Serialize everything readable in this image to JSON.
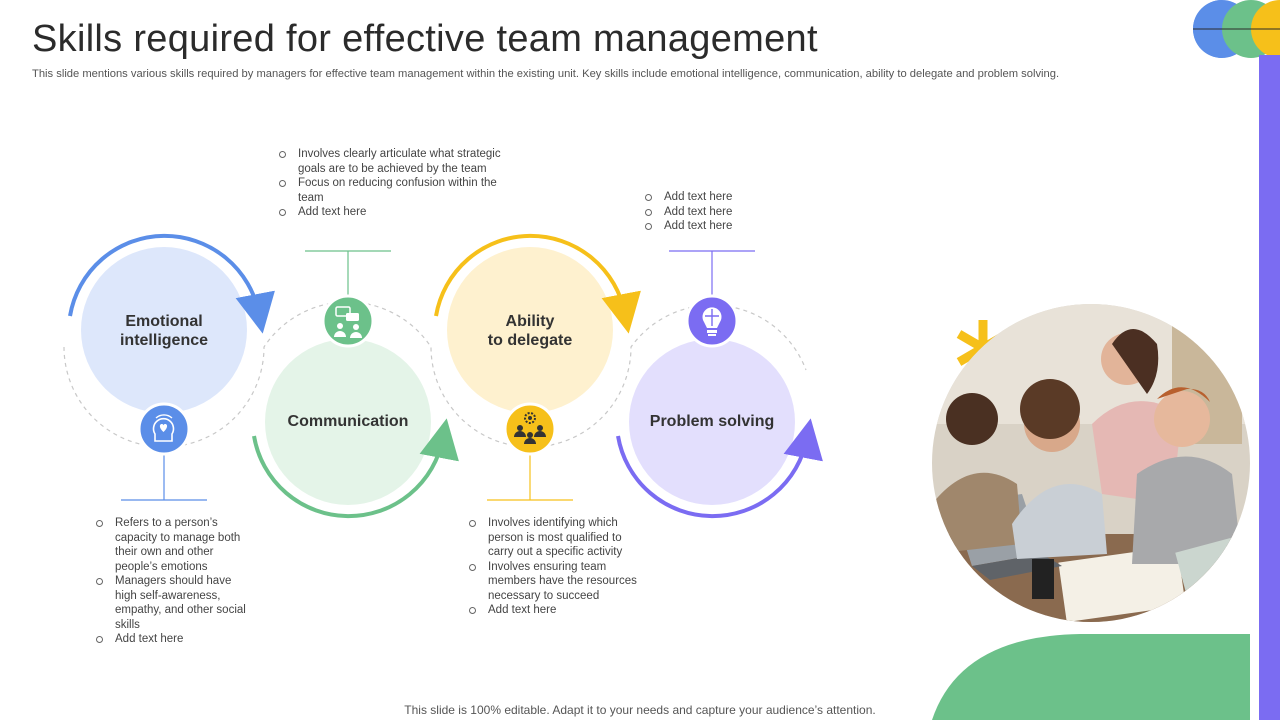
{
  "title": "Skills required for effective team management",
  "subtitle": "This slide mentions various skills required by managers for effective team management within the existing unit. Key skills include emotional intelligence, communication, ability to delegate and problem solving.",
  "footer": "This slide is 100% editable. Adapt it to your needs and capture your audience’s attention.",
  "colors": {
    "blue": "#5b8ee8",
    "green": "#6cc18a",
    "yellow": "#f6c01a",
    "purple": "#7b6cf2"
  },
  "skills": [
    {
      "label_lines": [
        "Emotional",
        "intelligence"
      ],
      "icon": "head-heart-icon",
      "bullets": [
        "Refers to a person’s capacity to manage both their own and other people’s emotions",
        "Managers should have high self-awareness, empathy, and other social skills",
        "Add text here"
      ]
    },
    {
      "label_lines": [
        "Communication"
      ],
      "icon": "chat-people-icon",
      "bullets": [
        "Involves clearly articulate what strategic goals are to be achieved by the team",
        "Focus on reducing confusion within the team",
        "Add text here"
      ]
    },
    {
      "label_lines": [
        "Ability",
        "to delegate"
      ],
      "icon": "team-delegate-icon",
      "bullets": [
        "Involves identifying which person is most qualified to carry out a specific activity",
        "Involves ensuring team members have the resources necessary to succeed",
        "Add text here"
      ]
    },
    {
      "label_lines": [
        "Problem solving"
      ],
      "icon": "bulb-puzzle-icon",
      "bullets": [
        "Add text here",
        "Add text here",
        "Add text here"
      ]
    }
  ]
}
